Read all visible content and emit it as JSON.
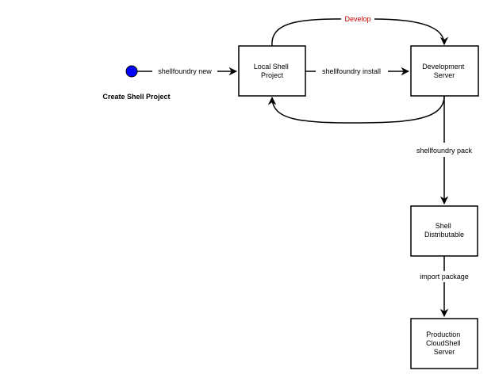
{
  "diagram": {
    "start": {
      "label": "Create Shell Project",
      "color": "#0000ff"
    },
    "nodes": {
      "local": [
        "Local Shell",
        "Project"
      ],
      "dev": [
        "Development",
        "Server"
      ],
      "dist": [
        "Shell",
        "Distributable"
      ],
      "prod": [
        "Production",
        "CloudShell",
        "Server"
      ]
    },
    "edges": {
      "new": "shellfoundry new",
      "install": "shellfoundry install",
      "develop": "Develop",
      "pack": "shellfoundry pack",
      "import": "import package"
    },
    "colors": {
      "develop_label": "#cc0000",
      "stroke": "#000000"
    }
  }
}
